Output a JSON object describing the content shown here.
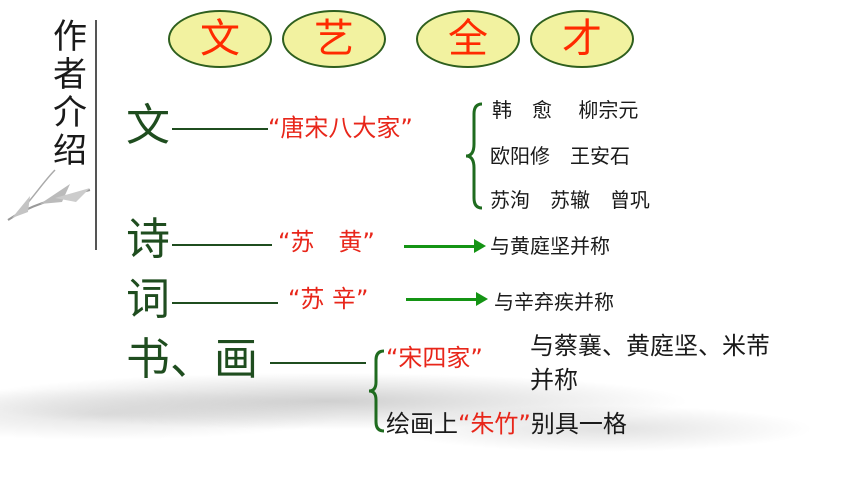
{
  "header": {
    "chars": [
      "文",
      "艺",
      "全",
      "才"
    ]
  },
  "side_title": [
    "作",
    "者",
    "介",
    "绍"
  ],
  "rows": {
    "wen": {
      "label": "文",
      "term": "“唐宋八大家”",
      "names": [
        "韩　愈　 柳宗元",
        "欧阳修　王安石",
        "苏洵　苏辙　曾巩"
      ]
    },
    "shi": {
      "label": "诗",
      "term": "“苏　黄”",
      "note": "与黄庭坚并称"
    },
    "ci": {
      "label": "词",
      "term": "“苏  辛”",
      "note": "与辛弃疾并称"
    },
    "shuhua": {
      "label": "书、画",
      "term": "“宋四家”",
      "note_line1": "与蔡襄、黄庭坚、米芾",
      "note_line2": "并称",
      "painting_prefix": "绘画上",
      "painting_term": "“朱竹”",
      "painting_suffix": "别具一格"
    }
  },
  "colors": {
    "accent_red": "#e8261a",
    "heading_green": "#1f4d1f",
    "arrow_green": "#149414",
    "oval_fill": "#f2f2a0"
  }
}
